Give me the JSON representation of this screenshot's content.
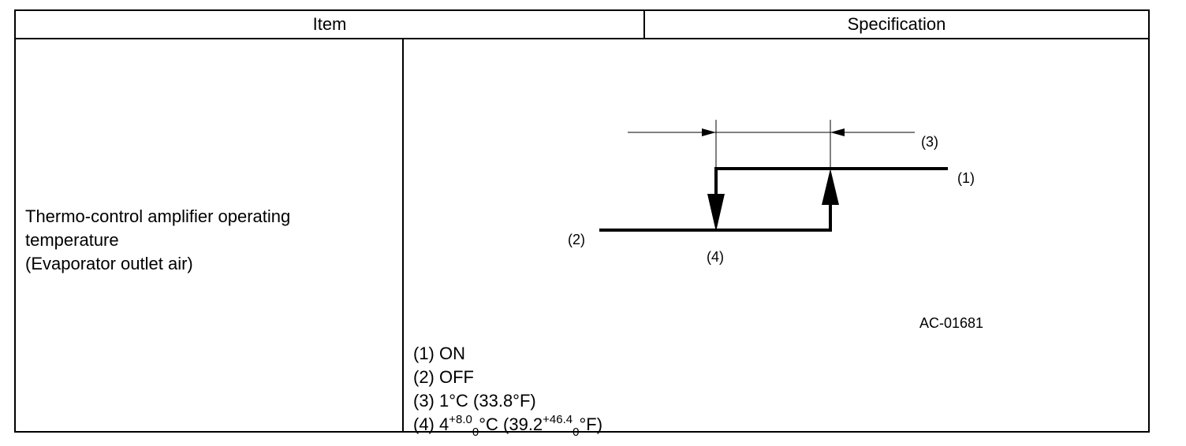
{
  "table": {
    "header_item": "Item",
    "header_spec": "Specification"
  },
  "item": {
    "line1": "Thermo-control amplifier operating",
    "line2": "temperature",
    "line3": "(Evaporator outlet air)"
  },
  "diagram": {
    "label_1": "(1)",
    "label_2": "(2)",
    "label_3": "(3)",
    "label_4": "(4)",
    "figure_code": "AC-01681"
  },
  "legend": {
    "l1": "(1) ON",
    "l2": "(2) OFF",
    "l3": "(3) 1°C (33.8°F)",
    "l4_prefix": "(4) 4",
    "l4_sup1": "+8.0",
    "l4_sub1": "0",
    "l4_mid": "°C (39.2",
    "l4_sup2": "+46.4",
    "l4_sub2": "0",
    "l4_suffix": "°F)"
  }
}
